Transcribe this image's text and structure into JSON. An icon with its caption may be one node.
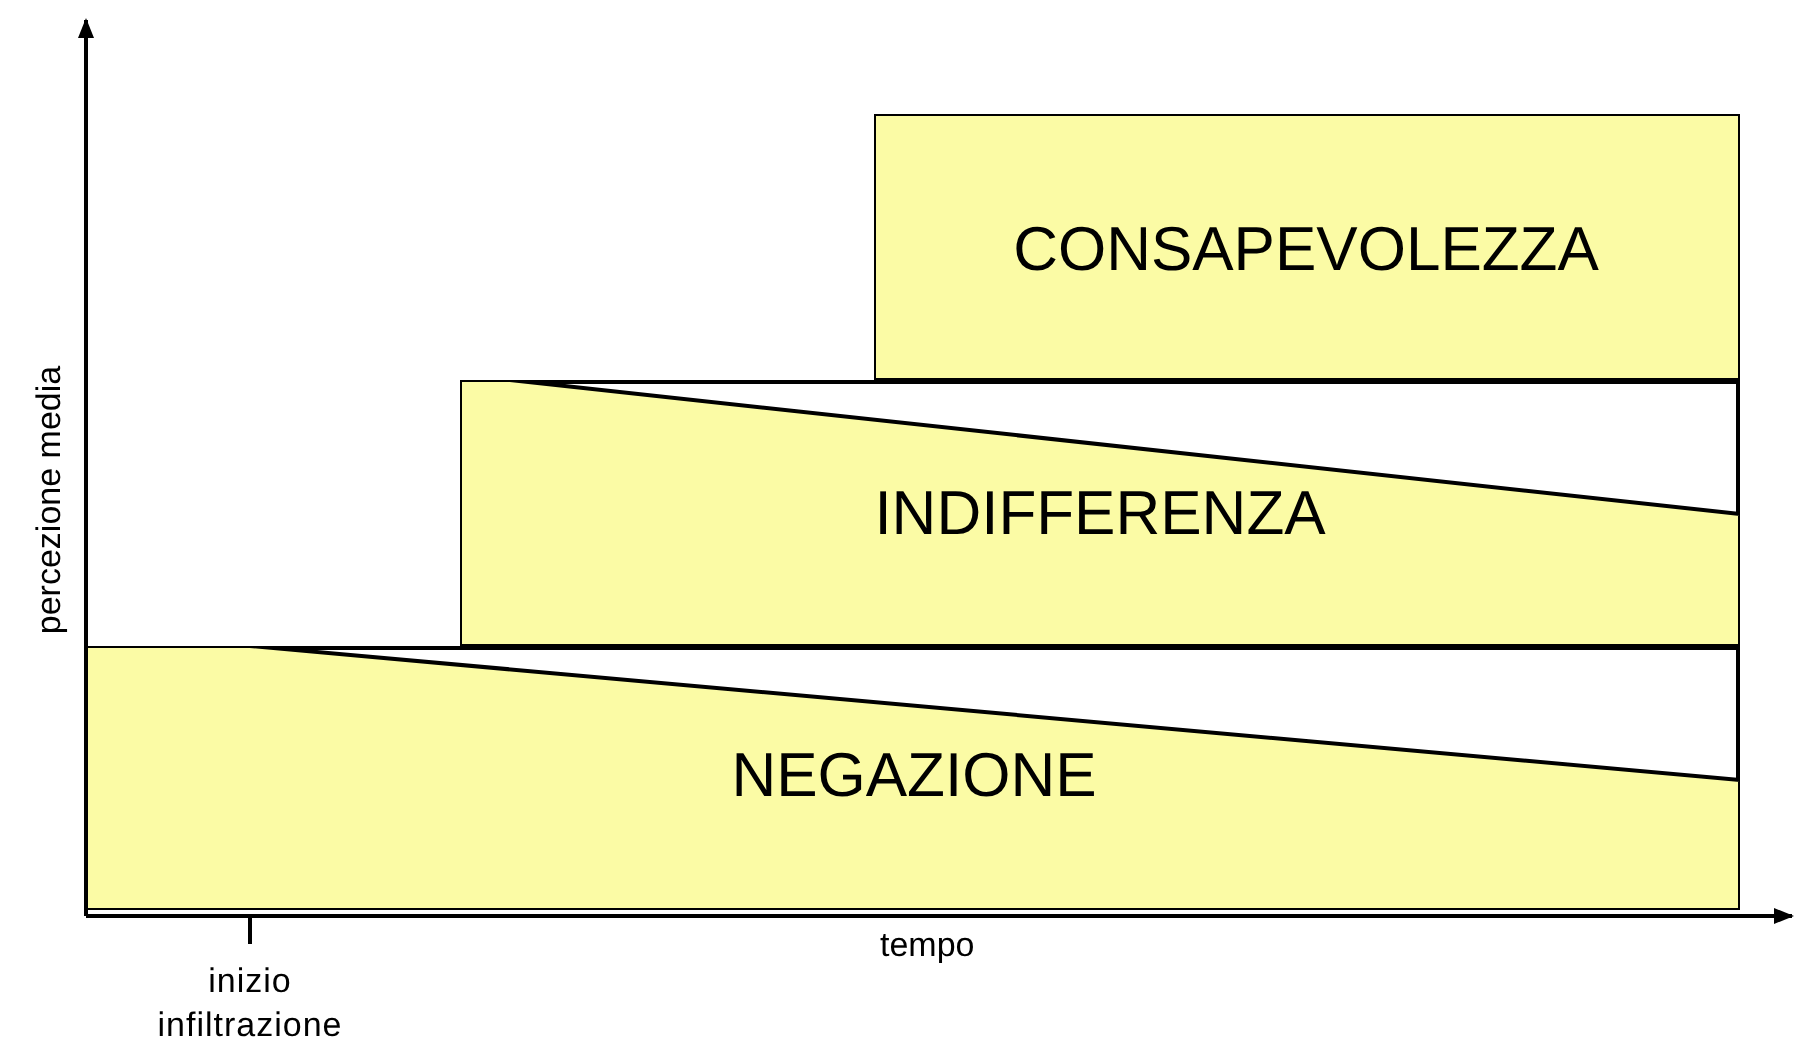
{
  "diagram": {
    "nodes": [
      {
        "text": [
          "CONSAPEVOLEZZA"
        ]
      },
      {
        "text": [
          "INDIFFERENZA"
        ]
      },
      {
        "text": [
          "NEGAZIONE"
        ]
      }
    ],
    "edges": [],
    "labels": [
      "percezione media",
      "tempo",
      "inizio infiltrazione"
    ]
  }
}
